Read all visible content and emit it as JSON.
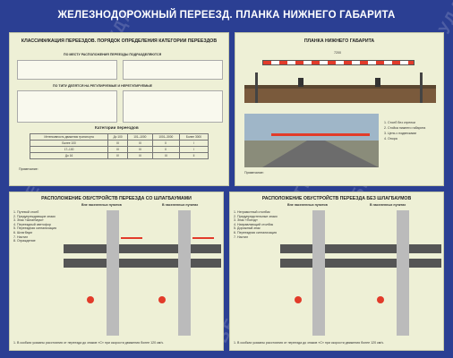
{
  "poster": {
    "title": "ЖЕЛЕЗНОДОРОЖНЫЙ ПЕРЕЕЗД. ПЛАНКА НИЖНЕГО ГАБАРИТА",
    "watermark": "БЕЗОПАСНОСТЬ ТРУДА",
    "colors": {
      "background": "#2b3f93",
      "panel": "#eef0d6",
      "stripe_red": "#e23b2a"
    }
  },
  "sections": {
    "classification": "КЛАССИФИКАЦИЯ ПЕРЕЕЗДОВ. ПОРЯДОК ОПРЕДЕЛЕНИЯ КАТЕГОРИИ ПЕРЕЕЗДОВ",
    "gauge_bar": "ПЛАНКА НИЖНЕГО ГАБАРИТА",
    "with_barriers": "РАСПОЛОЖЕНИЕ ОБУСТРОЙСТВ ПЕРЕЕЗДА СО ШЛАГБАУМАМИ",
    "without_barriers": "РАСПОЛОЖЕНИЕ ОБУСТРОЙСТВ ПЕРЕЕЗДА БЕЗ ШЛАГБАУМОВ"
  },
  "subheads": {
    "by_location": "ПО МЕСТУ РАСПОЛОЖЕНИЯ ПЕРЕЕЗДЫ ПОДРАЗДЕЛЯЮТСЯ",
    "by_regulation": "ПО ТИПУ ДЕЛЯТСЯ НА РЕГУЛИРУЕМЫЕ И НЕРЕГУЛИРУЕМЫЕ",
    "categories": "Категории переездов",
    "notes": "Примечание:",
    "track_left": "Вне населенных пунктов",
    "track_right": "В населенных пунктах"
  },
  "categories_table": {
    "header": [
      "Интенсивность движения транспорта",
      "До 100",
      "101–1000",
      "1001–3000",
      "Более 3000"
    ],
    "rows": [
      [
        "Более 100",
        "III",
        "III",
        "II",
        "I"
      ],
      [
        "17–100",
        "III",
        "III",
        "II",
        "I"
      ],
      [
        "До 16",
        "IV",
        "III",
        "III",
        "II"
      ]
    ]
  },
  "gauge": {
    "dimension": "7200",
    "legend": [
      "1. Столб без стрелки",
      "2. Стойка нижнего габарита",
      "3. Цепь с подвесками",
      "4. Опора"
    ]
  },
  "legend_with": [
    "1. Путевой столб",
    "2. Предупреждающие знаки",
    "3. Знак «Шлагбаум»",
    "4. Переездный светофор",
    "5. Переездная сигнализация",
    "6. Шлагбаум",
    "7. Настил",
    "8. Ограждение"
  ],
  "legend_without": [
    "1. Неграмотный столбик",
    "2. Предупредительные знаки",
    "3. Знак «Поезд»",
    "4. Направляющий столбик",
    "5. Дорожный знак",
    "6. Переездная сигнализация",
    "7. Настил"
  ],
  "footnotes": {
    "with": "1. В скобках указаны расстояния от переезда до знаков «С» при скорости движения более 120 км/ч.",
    "without": "1. В скобках указаны расстояния от переезда до знаков «С» при скорости движения более 120 км/ч."
  }
}
